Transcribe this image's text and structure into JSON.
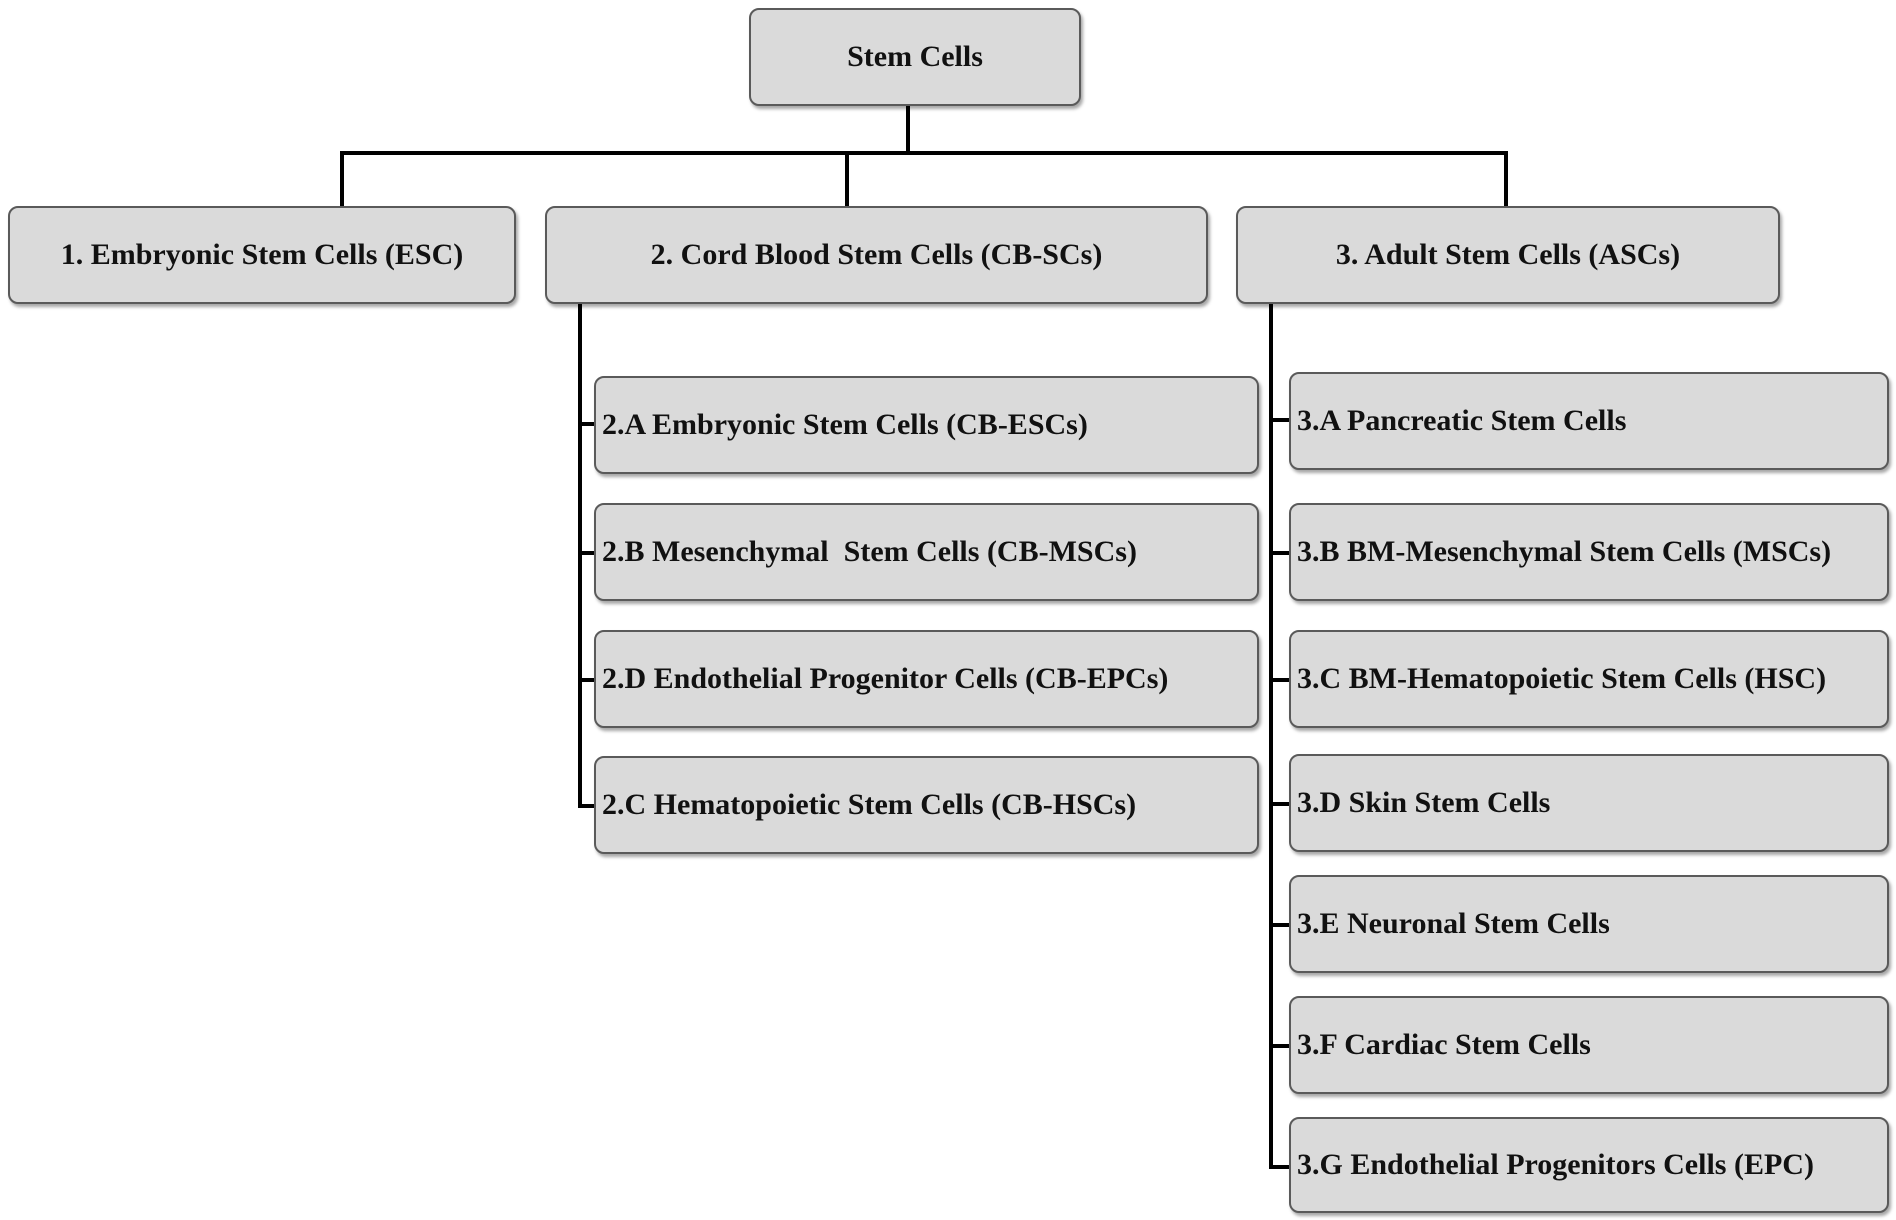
{
  "diagram": {
    "root": "Stem Cells",
    "categories": [
      "1. Embryonic Stem Cells (ESC)",
      "2. Cord Blood Stem Cells (CB-SCs)",
      "3. Adult Stem Cells (ASCs)"
    ],
    "cord_blood_children": [
      "2.A Embryonic Stem Cells (CB-ESCs)",
      "2.B Mesenchymal  Stem Cells (CB-MSCs)",
      "2.D Endothelial Progenitor Cells (CB-EPCs)",
      "2.C Hematopoietic Stem Cells (CB-HSCs)"
    ],
    "adult_children": [
      "3.A Pancreatic Stem Cells",
      "3.B BM-Mesenchymal Stem Cells (MSCs)",
      "3.C BM-Hematopoietic Stem Cells (HSC)",
      "3.D Skin Stem Cells",
      "3.E Neuronal Stem Cells",
      "3.F Cardiac Stem Cells",
      "3.G Endothelial Progenitors Cells (EPC)"
    ],
    "colors": {
      "box_fill": "#dadada",
      "box_border": "#5a5a5a",
      "line": "#000000",
      "text": "#111111"
    }
  }
}
